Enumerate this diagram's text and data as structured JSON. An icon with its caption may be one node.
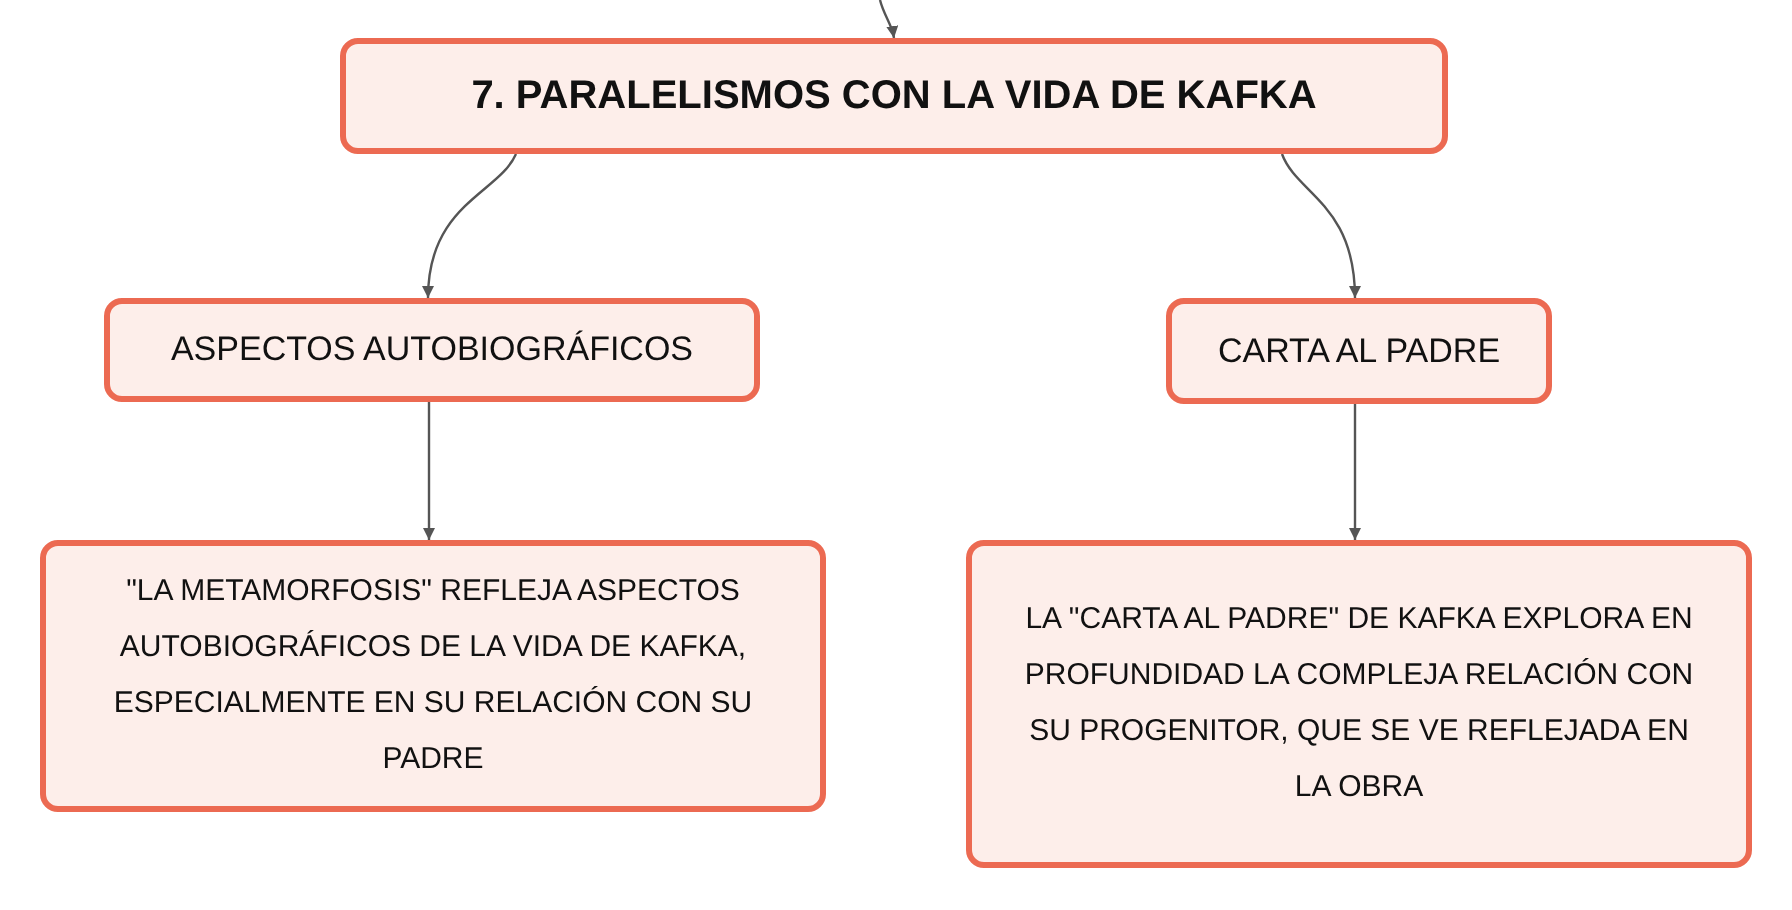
{
  "diagram": {
    "nodes": [
      {
        "text": [
          "7. PARALELISMOS CON LA VIDA DE KAFKA"
        ]
      },
      {
        "text": [
          "ASPECTOS AUTOBIOGRÁFICOS"
        ]
      },
      {
        "text": [
          "CARTA AL PADRE"
        ]
      },
      {
        "text": [
          "\"LA METAMORFOSIS\" REFLEJA ASPECTOS AUTOBIOGRÁFICOS DE LA VIDA DE KAFKA, ESPECIALMENTE EN SU RELACIÓN CON SU PADRE"
        ]
      },
      {
        "text": [
          "LA \"CARTA AL PADRE\" DE KAFKA EXPLORA EN PROFUNDIDAD LA COMPLEJA RELACIÓN CON SU PROGENITOR, QUE SE VE REFLEJADA EN LA OBRA"
        ]
      }
    ],
    "edges": [
      {
        "from": null,
        "to": 0,
        "arrow": "to"
      },
      {
        "from": 0,
        "to": 1,
        "arrow": "to"
      },
      {
        "from": 0,
        "to": 2,
        "arrow": "to"
      },
      {
        "from": 1,
        "to": 3,
        "arrow": "to"
      },
      {
        "from": 2,
        "to": 4,
        "arrow": "to"
      }
    ]
  }
}
